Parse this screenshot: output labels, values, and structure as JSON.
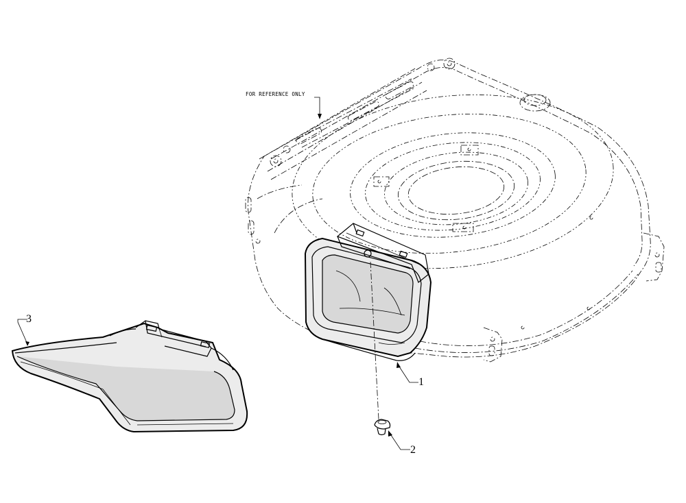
{
  "diagram": {
    "reference_note": "FOR REFERENCE ONLY",
    "callouts": [
      {
        "id": "3",
        "label": "3"
      },
      {
        "id": "1",
        "label": "1"
      },
      {
        "id": "2",
        "label": "2"
      }
    ]
  }
}
